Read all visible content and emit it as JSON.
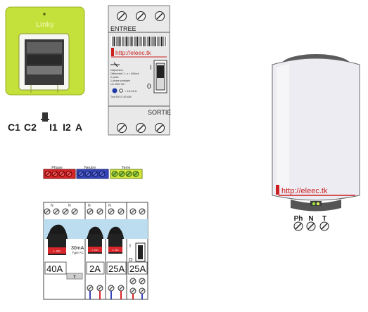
{
  "linky": {
    "brand": "Linky",
    "terminals": [
      "C1",
      "C2",
      "I1",
      "I2",
      "A"
    ]
  },
  "main_breaker": {
    "entree": "ENTREE",
    "sortie": "SORTIE",
    "url": "http://eleec.tk",
    "on_mark": "I",
    "off_mark": "0",
    "tiny_lines": [
      "Disjoncteur",
      "Différentiel 1 : n = 500mA",
      "2 pôles",
      "1 phase protégée",
      "Un 230V 50+"
    ],
    "rating": "= 15-45 A",
    "footer": "Tour   500 0  100  45A"
  },
  "terminal_blocks": {
    "phase": "Phase",
    "neutre": "Neutre",
    "terre": "Terre"
  },
  "panel": {
    "terminal_n": "N",
    "diff_rating": "30mA",
    "diff_type": "Type AC",
    "test_label": "T",
    "on_mark": "I",
    "off_mark": "O",
    "lever_text": "I- On",
    "ratings": [
      "40A",
      "2A",
      "25A",
      "25A"
    ]
  },
  "water_heater": {
    "url": "http://eleec.tk",
    "terminals": [
      "Ph",
      "N",
      "T"
    ]
  },
  "colors": {
    "linky_green": "#c4e03a",
    "phase_red": "#d8262a",
    "neutral_blue": "#3545b8",
    "earth_yellow": "#d7e63b",
    "breaker_blue": "#bcdcef",
    "url_red": "#cc1f1f"
  }
}
